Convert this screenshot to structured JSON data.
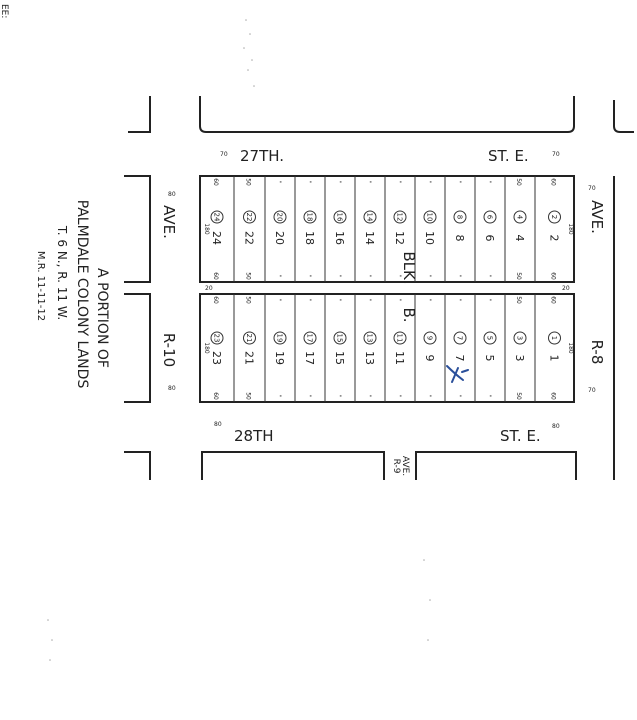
{
  "streets": {
    "top_street_left": "27TH.",
    "top_street_right": "ST. E.",
    "bottom_street_left": "28TH",
    "bottom_street_right": "ST. E.",
    "left_ave_upper": "AVE.",
    "left_ave_lower": "R-10",
    "right_ave_upper": "AVE.",
    "right_ave_lower": "R-8",
    "center_ave_line1": "AVE.",
    "center_ave_line2": "R-9"
  },
  "block_label": "BLK.",
  "block_number": "B.",
  "title": {
    "line1": "A PORTION OF",
    "line2": "PALMDALE COLONY LANDS",
    "line3": "T. 6 N., R. 11 W.",
    "line4": "M.R. 11-11-12"
  },
  "top_row_lots": [
    "24",
    "22",
    "20",
    "18",
    "16",
    "14",
    "12",
    "10",
    "8",
    "6",
    "4",
    "2"
  ],
  "bottom_row_lots": [
    "23",
    "21",
    "19",
    "17",
    "15",
    "13",
    "11",
    "9",
    "7",
    "5",
    "3",
    "1"
  ],
  "dimensions": {
    "lot_end": "60",
    "lot_mid": "50",
    "lot_depth": "180",
    "street_width": "80",
    "alley_width": "20",
    "street_width_70": "70",
    "ditto": "\""
  },
  "edge_mark": "EE:"
}
